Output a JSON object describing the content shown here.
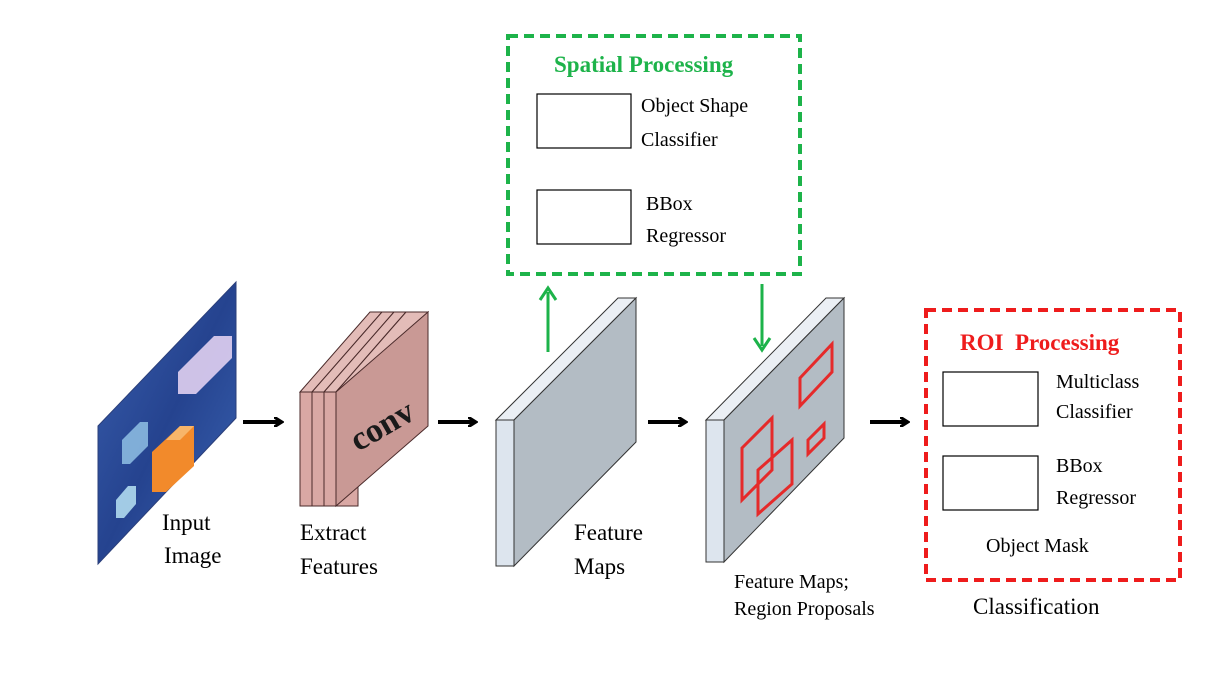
{
  "colors": {
    "spatial_accent": "#1db34a",
    "roi_accent": "#ee1c1c",
    "conv_fill": "#d9a8a4",
    "feature_map_fill": "#b3bcc4",
    "feature_map_side": "#dde5ee",
    "arrow": "#000000",
    "proposal_box": "#e52a2a"
  },
  "labels": {
    "input_image": [
      "Input",
      "Image"
    ],
    "conv_text": "conv",
    "extract_features": [
      "Extract",
      "Features"
    ],
    "feature_maps": [
      "Feature",
      "Maps"
    ],
    "feature_maps_proposals": [
      "Feature Maps;",
      "Region Proposals"
    ],
    "classification": "Classification"
  },
  "spatial_processing": {
    "title": "Spatial Processing",
    "object_shape_classifier": [
      "Object Shape",
      "Classifier"
    ],
    "bbox_regressor": [
      "BBox",
      "Regressor"
    ]
  },
  "roi_processing": {
    "title": "ROI  Processing",
    "multiclass_classifier": [
      "Multiclass",
      "Classifier"
    ],
    "bbox_regressor": [
      "BBox",
      "Regressor"
    ],
    "object_mask": "Object Mask"
  },
  "icons": [
    "arrow-right-icon",
    "arrow-up-icon",
    "arrow-down-icon"
  ]
}
